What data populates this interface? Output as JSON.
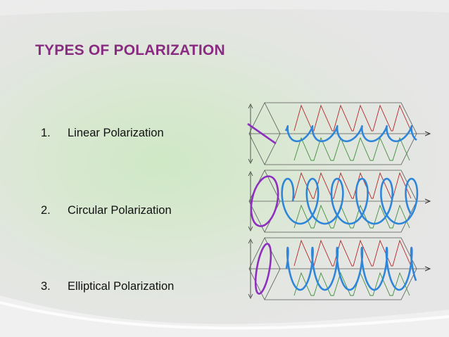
{
  "title": "TYPES OF POLARIZATION",
  "items": [
    {
      "number": "1.",
      "label": "Linear Polarization"
    },
    {
      "number": "2.",
      "label": "Circular Polarization"
    },
    {
      "number": "3.",
      "label": "Elliptical Polarization"
    }
  ],
  "colors": {
    "title": "#8a2b82",
    "wave_main": "#2f86d9",
    "wave_red": "#b4282a",
    "wave_green": "#3f8f3a",
    "polarization_marker": "#8e2fbf"
  },
  "figure_icon": "polarization-waves-illustration"
}
